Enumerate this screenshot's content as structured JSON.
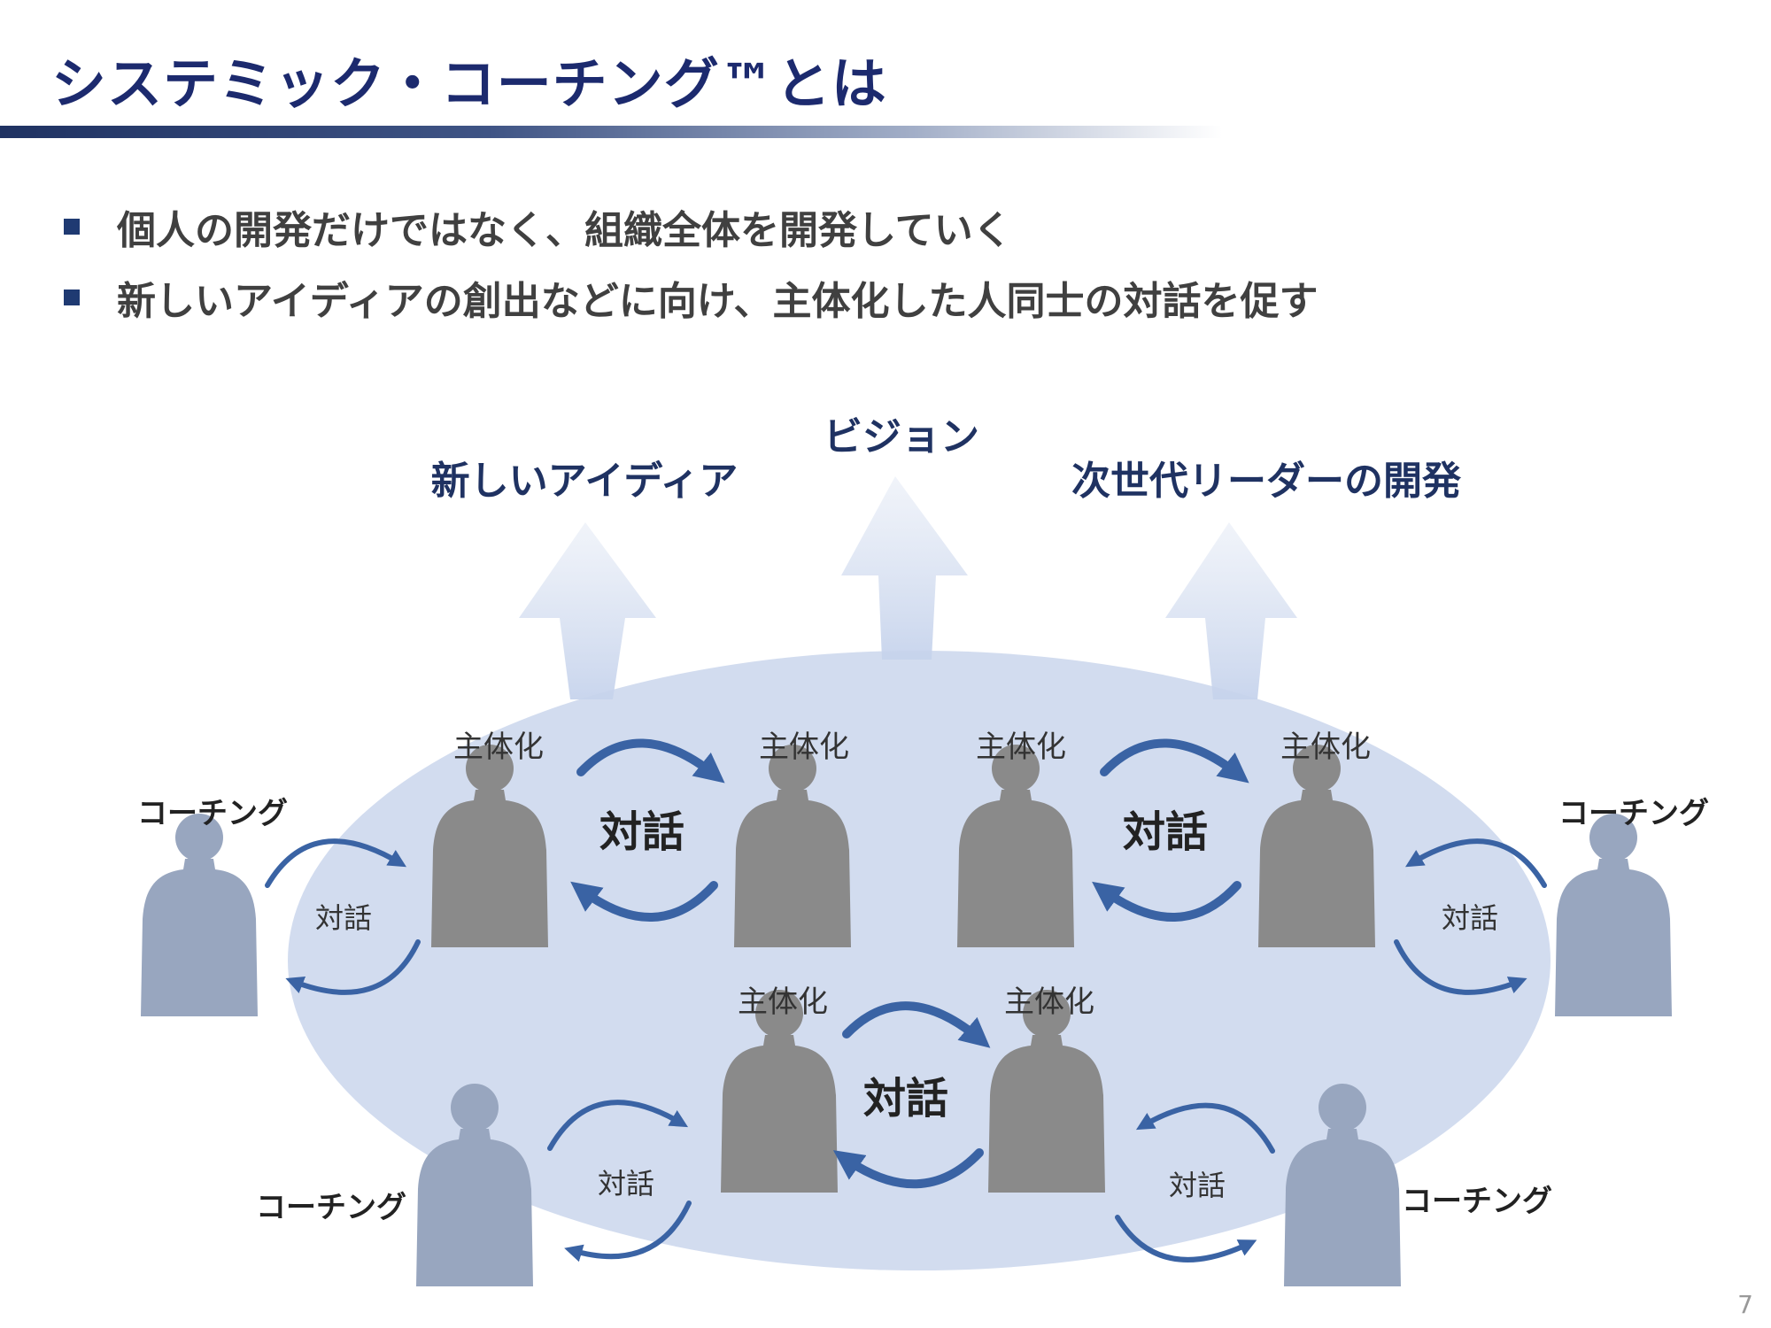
{
  "title": "システミック・コーチング™とは",
  "bullets": [
    "個人の開発だけではなく、組織全体を開発していく",
    "新しいアイディアの創出などに向け、主体化した人同士の対話を促す"
  ],
  "diagram": {
    "outcomes": {
      "left": "新しいアイディア",
      "center": "ビジョン",
      "right": "次世代リーダーの開発"
    },
    "subjectivation_label": "主体化",
    "dialogue_label": "対話",
    "coaching_label": "コーチング"
  },
  "page_number": "7",
  "colors": {
    "title": "#1c2a6e",
    "ellipse": "#d2dcef",
    "arrow": "#3a63a4",
    "person_gray": "#8a8a8a",
    "coach_blue": "#98a6bf"
  }
}
